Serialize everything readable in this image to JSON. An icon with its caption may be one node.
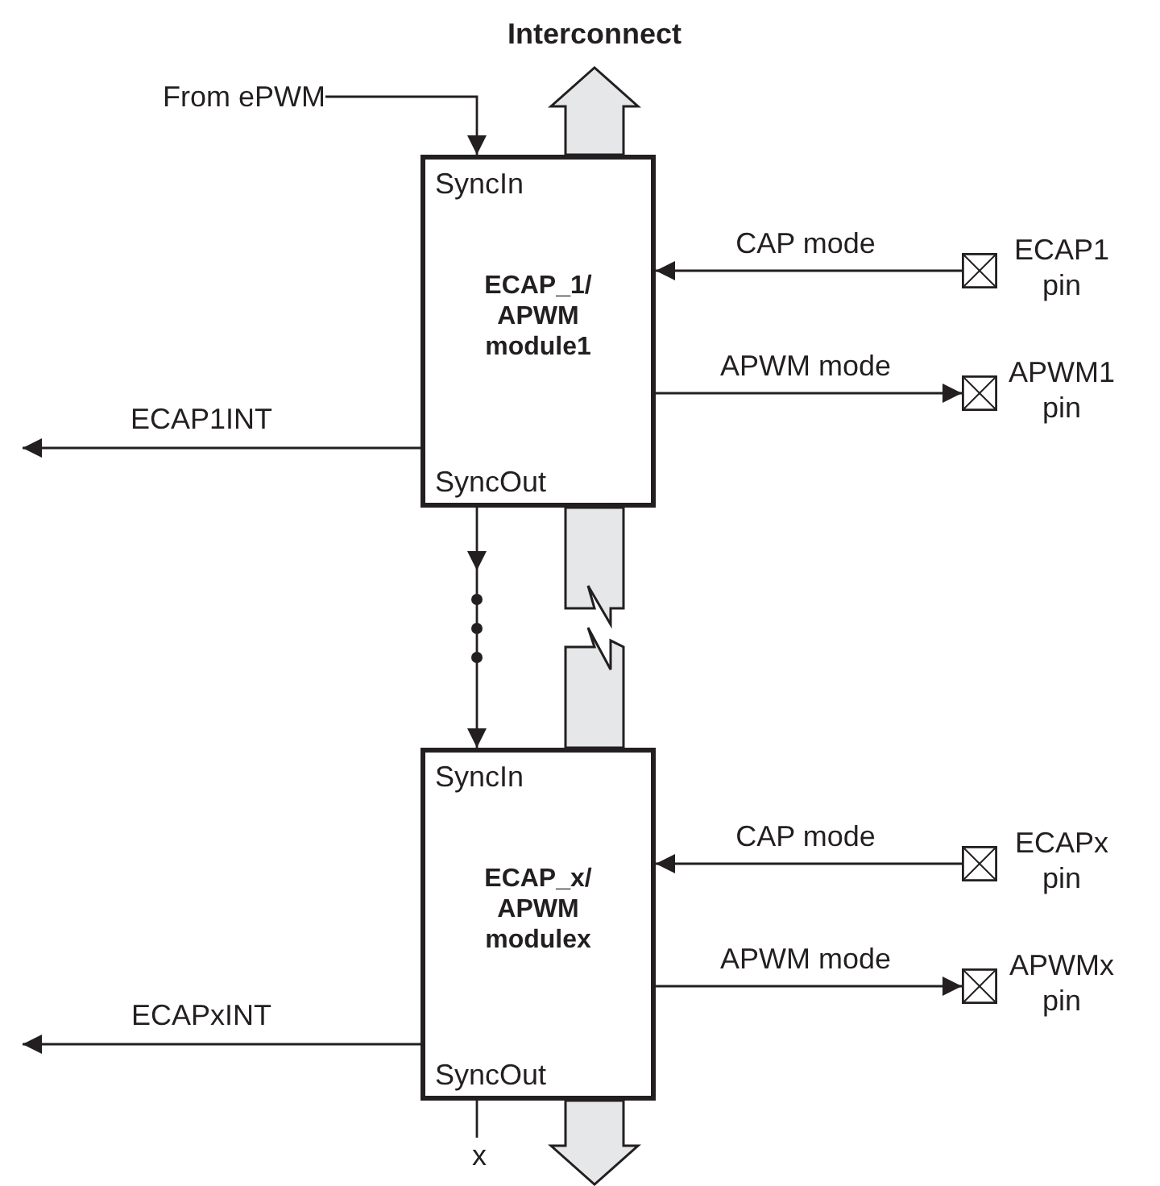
{
  "diagram": {
    "nodes": [
      {
        "text": [
          "SyncIn",
          "ECAP_1/ APWM module1",
          "SyncOut"
        ]
      },
      {
        "text": [
          "SyncIn",
          "ECAP_x/ APWM modulex",
          "SyncOut"
        ]
      },
      {
        "text": [
          "From ePWM"
        ]
      },
      {
        "text": [],
        "shape": "box",
        "beside": [
          "ECAP1 pin"
        ]
      },
      {
        "text": [],
        "shape": "box",
        "beside": [
          "APWM1 pin"
        ]
      },
      {
        "text": [],
        "shape": "box",
        "beside": [
          "ECAPx pin"
        ]
      },
      {
        "text": [],
        "shape": "box",
        "beside": [
          "APWMx pin"
        ]
      },
      {
        "text": [
          "x"
        ]
      }
    ],
    "edges": [
      {
        "from": 2,
        "to": 0,
        "arrow": "to"
      },
      {
        "from": 3,
        "to": 0,
        "arrow": "to",
        "label": "CAP mode"
      },
      {
        "from": 0,
        "to": 4,
        "arrow": "to",
        "label": "APWM mode"
      },
      {
        "from": 0,
        "to": null,
        "arrow": "to",
        "label": "ECAP1INT"
      },
      {
        "from": 0,
        "to": 1,
        "arrow": "to"
      },
      {
        "from": 0,
        "to": 1,
        "arrow": "none",
        "style": "thick"
      },
      {
        "from": 0,
        "to": null,
        "arrow": "to",
        "style": "thick"
      },
      {
        "from": 5,
        "to": 1,
        "arrow": "to",
        "label": "CAP mode"
      },
      {
        "from": 1,
        "to": 6,
        "arrow": "to",
        "label": "APWM mode"
      },
      {
        "from": 1,
        "to": null,
        "arrow": "to",
        "label": "ECAPxINT"
      },
      {
        "from": 1,
        "to": 7,
        "arrow": "none"
      },
      {
        "from": 1,
        "to": null,
        "arrow": "to",
        "style": "thick"
      }
    ],
    "labels": [
      "Interconnect"
    ]
  }
}
